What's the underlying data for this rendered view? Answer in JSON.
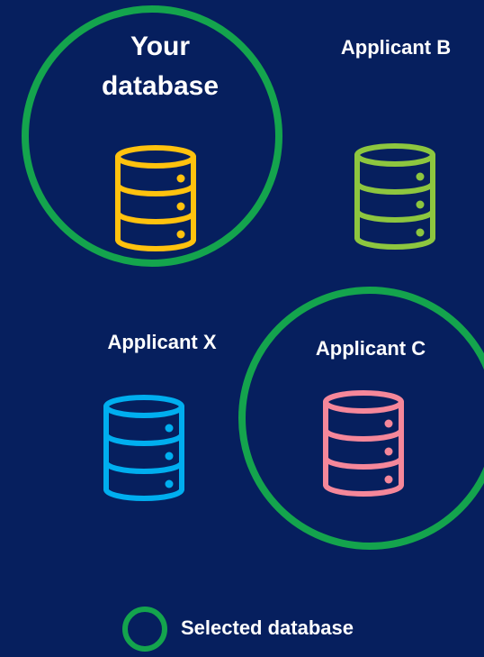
{
  "databases": [
    {
      "label_lines": [
        "Your",
        "database"
      ],
      "color": "#FFC20E",
      "selected": true,
      "icon": "database-icon"
    },
    {
      "label_lines": [
        "Applicant B"
      ],
      "color": "#8DC63F",
      "selected": false,
      "icon": "database-icon"
    },
    {
      "label_lines": [
        "Applicant X"
      ],
      "color": "#00AEEF",
      "selected": false,
      "icon": "database-icon"
    },
    {
      "label_lines": [
        "Applicant C"
      ],
      "color": "#F5879A",
      "selected": true,
      "icon": "database-icon"
    }
  ],
  "legend": {
    "label": "Selected database",
    "ring_color": "#14A44D"
  },
  "colors": {
    "background": "#061F5E",
    "selection_ring": "#14A44D"
  }
}
